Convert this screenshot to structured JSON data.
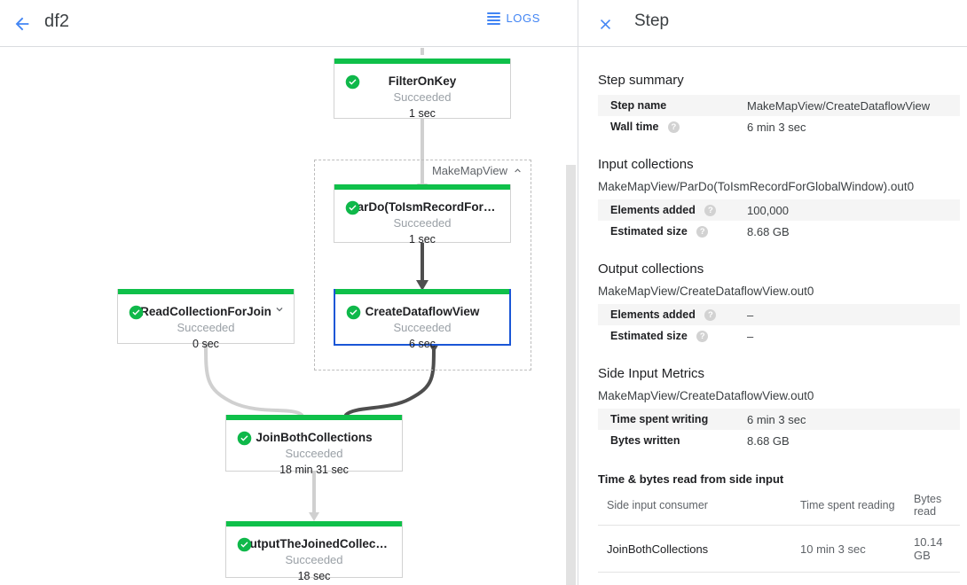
{
  "left_header": {
    "back_icon": "arrow-back-icon",
    "job_title": "df2",
    "logs_icon": "logs-icon",
    "logs_label": "LOGS"
  },
  "right_header": {
    "close_icon": "close-icon",
    "title": "Step"
  },
  "colors": {
    "accent_blue": "#4285f4",
    "selected_border": "#1a56d6",
    "success_green": "#0fc04a",
    "edge_default": "#d0d0d0",
    "edge_highlight": "#4e4e4e"
  },
  "graph": {
    "composite_label": "MakeMapView",
    "composite_collapse_icon": "chevron-up-icon",
    "nodes": [
      {
        "id": "filter-on-key",
        "title": "FilterOnKey",
        "status": "Succeeded",
        "time": "1 sec",
        "status_icon": "check-circle-icon",
        "selected": false,
        "expandable": false
      },
      {
        "id": "pardo-toismrecordfor",
        "title": "ParDo(ToIsmRecordFor…",
        "status": "Succeeded",
        "time": "1 sec",
        "status_icon": "check-circle-icon",
        "selected": false,
        "expandable": false
      },
      {
        "id": "create-dataflow-view",
        "title": "CreateDataflowView",
        "status": "Succeeded",
        "time": "6 sec",
        "status_icon": "check-circle-icon",
        "selected": true,
        "expandable": false
      },
      {
        "id": "read-collection-for-join",
        "title": "ReadCollectionForJoin",
        "status": "Succeeded",
        "time": "0 sec",
        "status_icon": "check-circle-icon",
        "selected": false,
        "expandable": true,
        "expand_icon": "chevron-down-icon"
      },
      {
        "id": "join-both-collections",
        "title": "JoinBothCollections",
        "status": "Succeeded",
        "time": "18 min 31 sec",
        "status_icon": "check-circle-icon",
        "selected": false,
        "expandable": false
      },
      {
        "id": "output-the-joined-collection",
        "title": "OutputTheJoinedCollec…",
        "status": "Succeeded",
        "time": "18 sec",
        "status_icon": "check-circle-icon",
        "selected": false,
        "expandable": false
      }
    ]
  },
  "step_panel": {
    "step_summary": {
      "heading": "Step summary",
      "rows": [
        {
          "key": "Step name",
          "value": "MakeMapView/CreateDataflowView",
          "help": false
        },
        {
          "key": "Wall time",
          "value": "6 min 3 sec",
          "help": true
        }
      ]
    },
    "input_collections": {
      "heading": "Input collections",
      "collection": "MakeMapView/ParDo(ToIsmRecordForGlobalWindow).out0",
      "rows": [
        {
          "key": "Elements added",
          "value": "100,000",
          "help": true
        },
        {
          "key": "Estimated size",
          "value": "8.68 GB",
          "help": true
        }
      ]
    },
    "output_collections": {
      "heading": "Output collections",
      "collection": "MakeMapView/CreateDataflowView.out0",
      "rows": [
        {
          "key": "Elements added",
          "value": "–",
          "help": true
        },
        {
          "key": "Estimated size",
          "value": "–",
          "help": true
        }
      ]
    },
    "side_input_metrics": {
      "heading": "Side Input Metrics",
      "collection": "MakeMapView/CreateDataflowView.out0",
      "rows": [
        {
          "key": "Time spent writing",
          "value": "6 min 3 sec",
          "help": false
        },
        {
          "key": "Bytes written",
          "value": "8.68 GB",
          "help": false
        }
      ],
      "table_heading": "Time & bytes read from side input",
      "columns": [
        "Side input consumer",
        "Time spent reading",
        "Bytes read"
      ],
      "rows_data": [
        {
          "consumer": "JoinBothCollections",
          "time_spent_reading": "10 min 3 sec",
          "bytes_read": "10.14 GB"
        }
      ]
    }
  },
  "scrollbar": {
    "name": "canvas-vertical-scrollbar"
  }
}
